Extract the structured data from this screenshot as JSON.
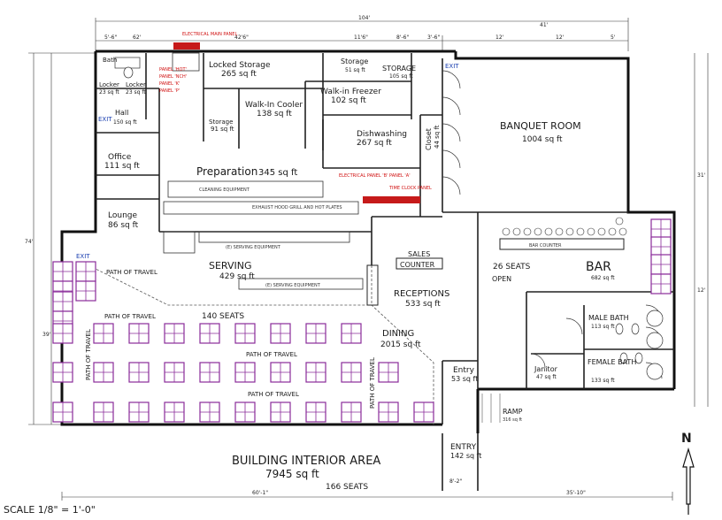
{
  "plan": {
    "overall_width": "104'",
    "overall_height": "74'",
    "building_area_title": "BUILDING INTERIOR AREA",
    "building_area_value": "7945 sq ft",
    "total_seats": "166 SEATS",
    "scale": "SCALE  1/8\" = 1'-0\"",
    "north": "N"
  },
  "rooms": [
    {
      "id": "locked-storage",
      "name": "Locked Storage",
      "area": "265 sq ft"
    },
    {
      "id": "storage-1",
      "name": "Storage",
      "area": "51 sq ft"
    },
    {
      "id": "storage-2",
      "name": "STORAGE",
      "area": "105 sq ft"
    },
    {
      "id": "walkin-cooler",
      "name": "Walk-In Cooler",
      "area": "138 sq ft"
    },
    {
      "id": "walkin-freezer",
      "name": "Walk-in Freezer",
      "area": "102 sq ft"
    },
    {
      "id": "storage-3",
      "name": "Storage",
      "area": "91 sq ft"
    },
    {
      "id": "hall",
      "name": "Hall",
      "area": "150 sq ft"
    },
    {
      "id": "office",
      "name": "Office",
      "area": "111 sq ft"
    },
    {
      "id": "lounge",
      "name": "Lounge",
      "area": "86 sq ft"
    },
    {
      "id": "dishwashing",
      "name": "Dishwashing",
      "area": "267 sq ft"
    },
    {
      "id": "closet",
      "name": "Closet",
      "area": "44 sq ft"
    },
    {
      "id": "preparation",
      "name": "Preparation",
      "area": "345 sq ft"
    },
    {
      "id": "banquet",
      "name": "BANQUET ROOM",
      "area": "1004 sq ft"
    },
    {
      "id": "serving",
      "name": "SERVING",
      "area": "429 sq ft"
    },
    {
      "id": "receptions",
      "name": "RECEPTIONS",
      "area": "533 sq ft"
    },
    {
      "id": "dining",
      "name": "DINING",
      "area": "2015 sq ft"
    },
    {
      "id": "entry-1",
      "name": "Entry",
      "area": "53 sq ft"
    },
    {
      "id": "entry-2",
      "name": "ENTRY",
      "area": "142 sq ft"
    },
    {
      "id": "bar",
      "name": "BAR",
      "area": "682 sq ft"
    },
    {
      "id": "male-bath",
      "name": "MALE BATH",
      "area": "113 sq ft"
    },
    {
      "id": "female-bath",
      "name": "FEMALE BATH",
      "area": "133 sq ft"
    },
    {
      "id": "janitor",
      "name": "Janitor",
      "area": "47 sq ft"
    },
    {
      "id": "locker-1",
      "name": "Locker",
      "area": "23 sq ft"
    },
    {
      "id": "locker-2",
      "name": "Locker",
      "area": "23 sq ft"
    },
    {
      "id": "bath",
      "name": "Bath",
      "area": ""
    }
  ],
  "labels": {
    "electrical_main_panel": "ELECTRICAL MAIN PANEL",
    "electrical_panel": "ELECTRICAL PANEL 'B' PANEL 'A'",
    "time_clock": "TIME CLOCK PANEL",
    "cleaning_equipment": "CLEANING EQUIPMENT",
    "exhaust_hood": "EXHAUST HOOD GRILL AND HOT PLATES",
    "serving_equipment": "(E) SERVING EQUIPMENT",
    "sales_counter_1": "SALES",
    "sales_counter_2": "COUNTER",
    "bar_counter": "BAR COUNTER",
    "bar_seats": "26 SEATS",
    "open": "OPEN",
    "seats_140": "140 SEATS",
    "path_of_travel": "PATH OF TRAVEL",
    "ramp": "RAMP",
    "ramp_area": "316 sq ft",
    "exit": "EXIT",
    "panel_hot": "PANEL 'HOT'",
    "panel_nch": "PANEL 'NCH'",
    "panel_k": "PANEL 'K'",
    "panel_p": "PANEL 'P'"
  },
  "dimensions": {
    "top": [
      "5'-6\"",
      "62'",
      "42'6\"",
      "11'6\"",
      "8'-6\"",
      "3'-6\"",
      "41'",
      "12'",
      "12'",
      "5'"
    ],
    "bottom": [
      "60'-1\"",
      "8'-2\"",
      "35'-10\""
    ],
    "left": [
      "74'",
      "39'"
    ],
    "right": [
      "31'",
      "12'"
    ]
  }
}
